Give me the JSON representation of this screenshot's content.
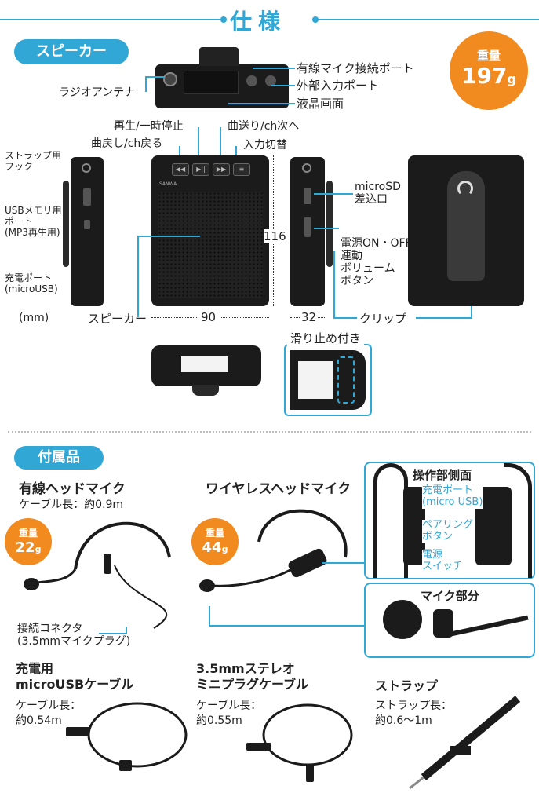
{
  "title": "仕様",
  "speaker_section": {
    "label": "スピーカー",
    "weight_label": "重量",
    "weight_value": "197",
    "weight_unit": "g",
    "top_labels": {
      "radio_antenna": "ラジオアンテナ",
      "wired_mic_port": "有線マイク接続ポート",
      "external_input_port": "外部入力ポート",
      "lcd_screen": "液晶画面"
    },
    "button_labels": {
      "play_pause": "再生/一時停止",
      "prev": "曲戻し/ch戻る",
      "next": "曲送り/ch次へ",
      "input_switch": "入力切替"
    },
    "side_labels": {
      "strap_hook": "ストラップ用\nフック",
      "usb_port": "USBメモリ用\nポート\n(MP3再生用)",
      "charge_port": "充電ポート\n(microUSB)",
      "unit": "(mm)",
      "speaker": "スピーカー",
      "microsd": "microSD\n差込口",
      "power_volume": "電源ON・OFF\n連動\nボリューム\nボタン",
      "clip": "クリップ",
      "non_slip": "滑り止め付き"
    },
    "dimensions": {
      "width": "90",
      "height": "116",
      "depth": "32"
    },
    "device_brand": "SANWA"
  },
  "accessories_section": {
    "label": "付属品",
    "wired_mic": {
      "title": "有線ヘッドマイク",
      "cable_length": "ケーブル長：約0.9m",
      "weight_label": "重量",
      "weight_value": "22",
      "weight_unit": "g",
      "connector_label": "接続コネクタ\n(3.5mmマイクプラグ)"
    },
    "wireless_mic": {
      "title": "ワイヤレスヘッドマイク",
      "weight_label": "重量",
      "weight_value": "44",
      "weight_unit": "g"
    },
    "side_panel": {
      "title": "操作部側面",
      "charge_port": "充電ポート\n(micro USB)",
      "pairing_button": "ペアリング\nボタン",
      "power_switch": "電源\nスイッチ"
    },
    "mic_panel": {
      "title": "マイク部分"
    },
    "usb_cable": {
      "title": "充電用\nmicroUSBケーブル",
      "cable_length_label": "ケーブル長：",
      "cable_length_value": "約0.54m"
    },
    "stereo_cable": {
      "title": "3.5mmステレオ\nミニプラグケーブル",
      "cable_length_label": "ケーブル長：",
      "cable_length_value": "約0.55m"
    },
    "strap": {
      "title": "ストラップ",
      "length_label": "ストラップ長：",
      "length_value": "約0.6〜1m"
    }
  },
  "colors": {
    "accent_blue": "#31a7d6",
    "weight_orange": "#f18a1f",
    "device_black": "#1b1b1b"
  }
}
